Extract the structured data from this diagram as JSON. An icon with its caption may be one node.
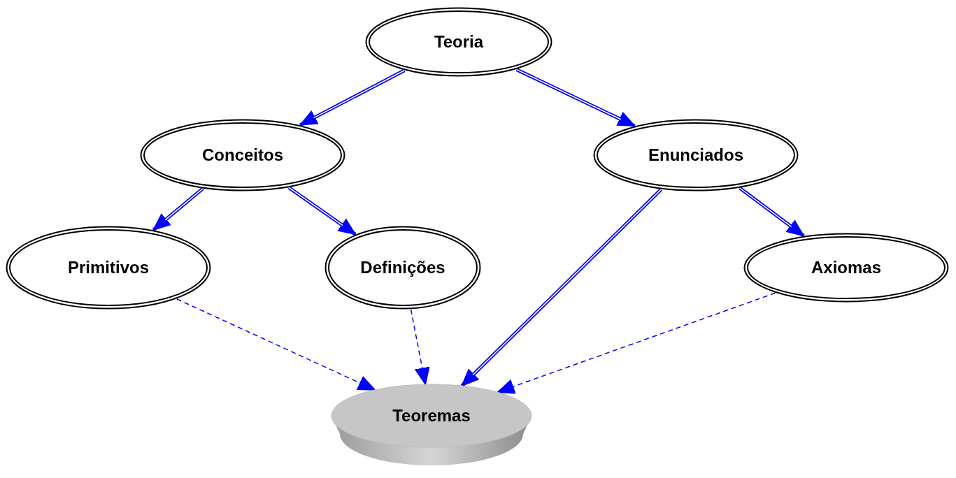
{
  "diagram": {
    "nodes": [
      {
        "text": [
          "Teoria"
        ]
      },
      {
        "text": [
          "Conceitos"
        ]
      },
      {
        "text": [
          "Enunciados"
        ]
      },
      {
        "text": [
          "Primitivos"
        ]
      },
      {
        "text": [
          "Definições"
        ]
      },
      {
        "text": [
          "Axiomas"
        ]
      },
      {
        "text": [
          "Teoremas"
        ]
      }
    ],
    "edges": [
      {
        "from": 0,
        "to": 1,
        "arrow": "to"
      },
      {
        "from": 0,
        "to": 2,
        "arrow": "to"
      },
      {
        "from": 1,
        "to": 3,
        "arrow": "to"
      },
      {
        "from": 1,
        "to": 4,
        "arrow": "to"
      },
      {
        "from": 2,
        "to": 5,
        "arrow": "to"
      },
      {
        "from": 2,
        "to": 6,
        "arrow": "to"
      },
      {
        "from": 3,
        "to": 6,
        "arrow": "to",
        "style": "dashed"
      },
      {
        "from": 4,
        "to": 6,
        "arrow": "to",
        "style": "dashed"
      },
      {
        "from": 5,
        "to": 6,
        "arrow": "to",
        "style": "dashed"
      }
    ]
  }
}
